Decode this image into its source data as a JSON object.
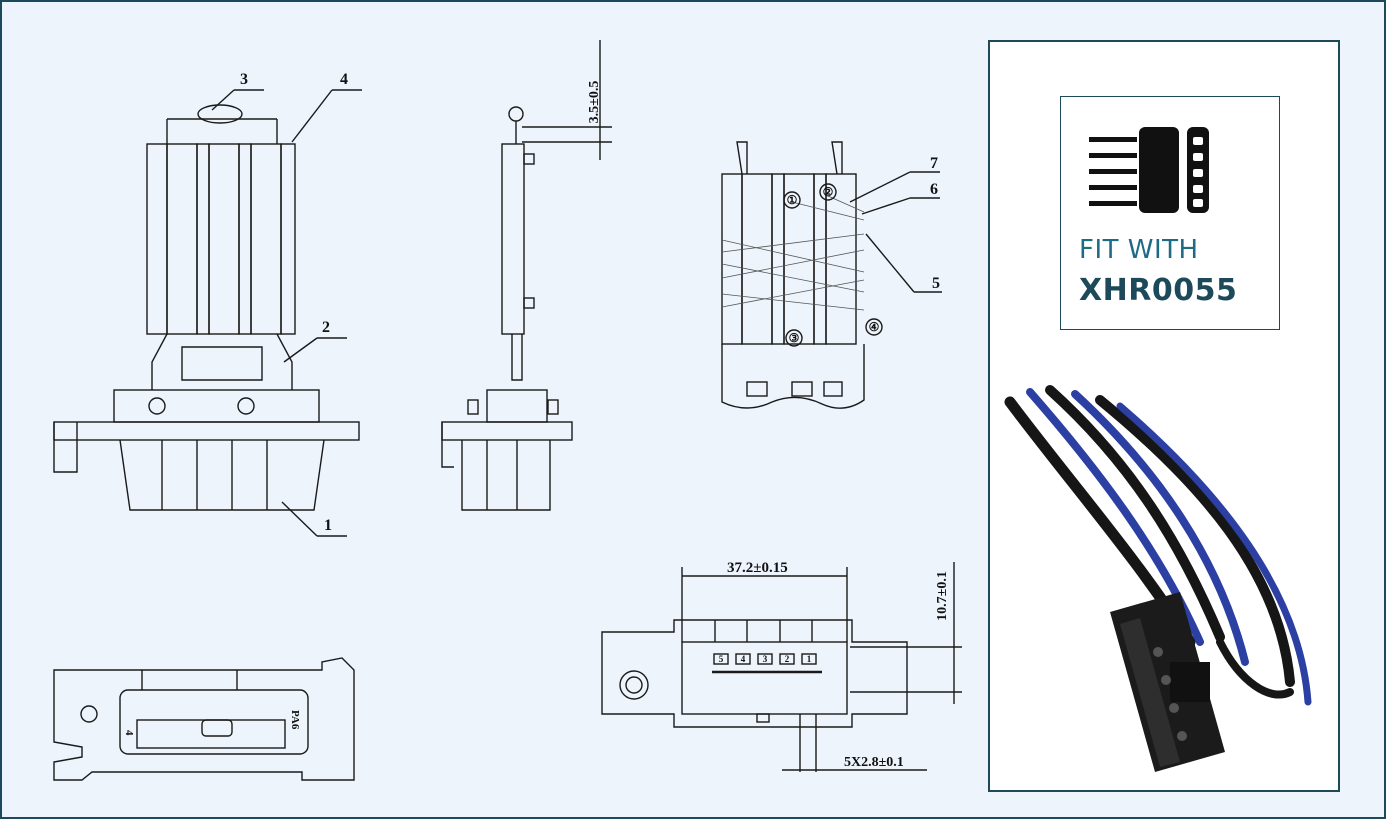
{
  "drawing": {
    "part_numbers": [
      "1",
      "2",
      "3",
      "4",
      "5",
      "6",
      "7"
    ],
    "terminal_numbers": [
      "①",
      "②",
      "③",
      "④"
    ],
    "dim_top": "3.5±0.5",
    "dim_width": "37.2±0.15",
    "dim_height": "10.7±0.1",
    "dim_pitch": "5X2.8±0.1",
    "bottom_label_left": "4",
    "bottom_label_right": "PA6",
    "pin_labels": [
      "5",
      "4",
      "3",
      "2",
      "1"
    ]
  },
  "panel": {
    "fit_line1": "FIT WITH",
    "fit_line2": "XHR0055",
    "icon_name": "connector-icon",
    "accent_color": "#1d4a5a",
    "wire_colors": [
      "#2c3fa3",
      "#161616"
    ]
  }
}
